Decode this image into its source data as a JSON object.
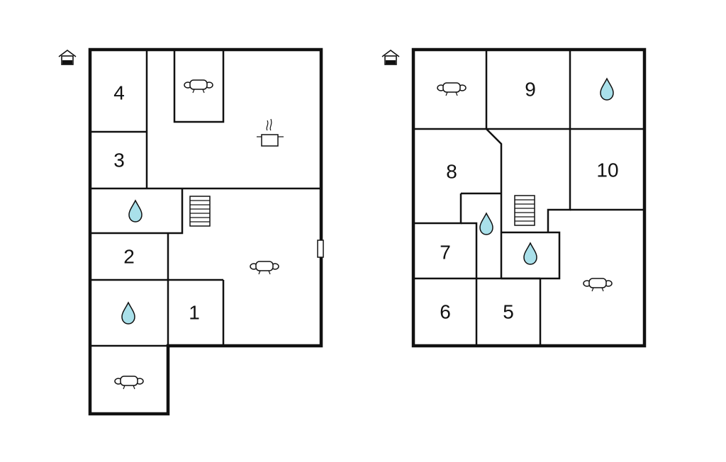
{
  "floors": [
    {
      "id": "ground-floor",
      "icon": "house-icon",
      "room_numbers": [
        "4",
        "3",
        "2",
        "1"
      ],
      "fixtures": [
        "sofa-icon",
        "cooking-pot-icon",
        "water-drop-icon",
        "stairs-icon",
        "sofa-icon",
        "water-drop-icon",
        "sofa-icon"
      ]
    },
    {
      "id": "upper-floor",
      "icon": "house-icon",
      "room_numbers": [
        "9",
        "8",
        "10",
        "7",
        "6",
        "5"
      ],
      "fixtures": [
        "sofa-icon",
        "water-drop-icon",
        "stairs-icon",
        "water-drop-icon",
        "water-drop-icon",
        "sofa-icon"
      ]
    }
  ],
  "colors": {
    "wall": "#111111",
    "water": "#a9e0ea",
    "background": "#ffffff"
  }
}
